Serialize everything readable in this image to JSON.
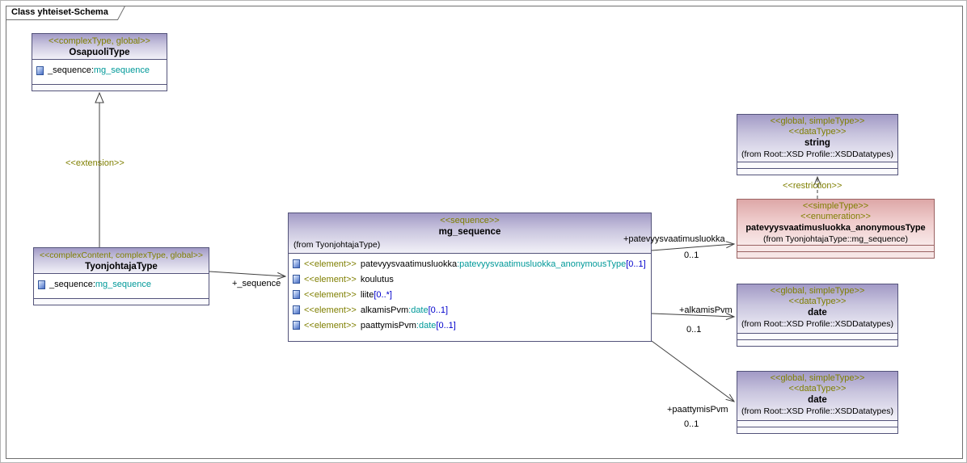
{
  "frame": {
    "title": "Class yhteiset-Schema"
  },
  "colors": {
    "stereotype_color": "#7f7f00",
    "type_color": "#009999",
    "mult_color": "#0000cc",
    "header_top": "#a29ac6",
    "pink_top": "#dda7a7",
    "box_border": "#53537a"
  },
  "classes": {
    "osapuoli": {
      "stereotype": "<<complexType, global>>",
      "name": "OsapuoliType",
      "attribute": {
        "name": "_sequence:",
        "type": "mg_sequence"
      }
    },
    "tyonjohtaja": {
      "stereotype": "<<complexContent, complexType, global>>",
      "name": "TyonjohtajaType",
      "attribute": {
        "name": "_sequence:",
        "type": "mg_sequence"
      }
    },
    "mg_sequence": {
      "stereotype": "<<sequence>>",
      "name": "mg_sequence",
      "from": "(from TyonjohtajaType)",
      "elements": [
        {
          "stereotype": "<<element>>",
          "name": "patevyysvaatimusluokka",
          "type": ":patevyysvaatimusluokka_anonymousType",
          "mult": "[0..1]"
        },
        {
          "stereotype": "<<element>>",
          "name": "koulutus",
          "type": "",
          "mult": ""
        },
        {
          "stereotype": "<<element>>",
          "name": "liite",
          "type": "",
          "mult": "[0..*]"
        },
        {
          "stereotype": "<<element>>",
          "name": "alkamisPvm",
          "type": ":date",
          "mult": "[0..1]"
        },
        {
          "stereotype": "<<element>>",
          "name": "paattymisPvm",
          "type": ":date",
          "mult": "[0..1]"
        }
      ]
    },
    "string_type": {
      "stereotype1": "<<global, simpleType>>",
      "stereotype2": "<<dataType>>",
      "name": "string",
      "from": "(from Root::XSD Profile::XSDDatatypes)"
    },
    "patevyys_anon": {
      "stereotype1": "<<simpleType>>",
      "stereotype2": "<<enumeration>>",
      "name": "patevyysvaatimusluokka_anonymousType",
      "from": "(from TyonjohtajaType::mg_sequence)"
    },
    "date_alkamis": {
      "stereotype1": "<<global, simpleType>>",
      "stereotype2": "<<dataType>>",
      "name": "date",
      "from": "(from Root::XSD Profile::XSDDatatypes)"
    },
    "date_paattymis": {
      "stereotype1": "<<global, simpleType>>",
      "stereotype2": "<<dataType>>",
      "name": "date",
      "from": "(from Root::XSD Profile::XSDDatatypes)"
    }
  },
  "connectors": {
    "extension": {
      "label": "<<extension>>"
    },
    "restriction": {
      "label": "<<restriction>>"
    },
    "sequence": {
      "label": "+_sequence"
    },
    "patevyysvaatimusluokka": {
      "label": "+patevyysvaatimusluokka",
      "multiplicity": "0..1"
    },
    "alkamisPvm": {
      "label": "+alkamisPvm",
      "multiplicity": "0..1"
    },
    "paattymisPvm": {
      "label": "+paattymisPvm",
      "multiplicity": "0..1"
    }
  }
}
